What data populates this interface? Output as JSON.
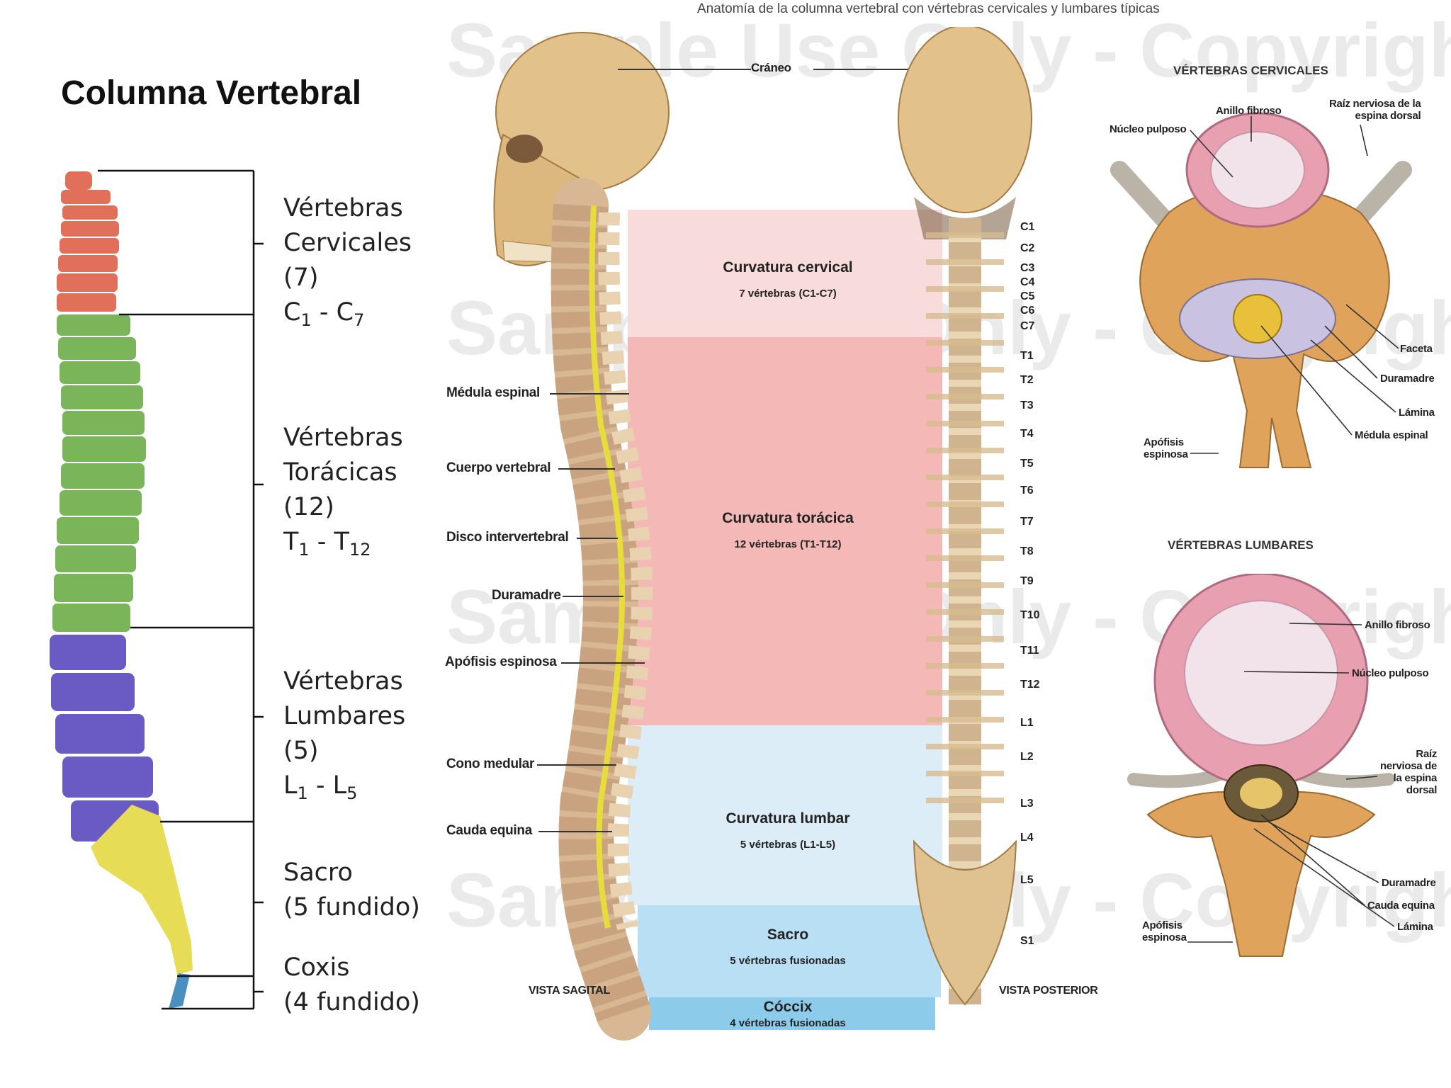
{
  "header": {
    "caption": "Anatomía de la columna vertebral con vértebras cervicales y lumbares típicas"
  },
  "left": {
    "title": "Columna Vertebral",
    "cervical": {
      "line1": "Vértebras",
      "line2": "Cervicales",
      "count": "(7)",
      "range_a": "C",
      "sub_a": "1",
      "range_sep": " - C",
      "sub_b": "7"
    },
    "thoracic": {
      "line1": "Vértebras",
      "line2": "Torácicas",
      "count": "(12)",
      "range_a": "T",
      "sub_a": "1",
      "range_sep": " - T",
      "sub_b": "12"
    },
    "lumbar": {
      "line1": "Vértebras",
      "line2": "Lumbares",
      "count": "(5)",
      "range_a": "L",
      "sub_a": "1",
      "range_sep": " - L",
      "sub_b": "5"
    },
    "sacrum": {
      "line1": "Sacro",
      "line2": "(5 fundido)"
    },
    "coccyx": {
      "line1": "Coxis",
      "line2": "(4 fundido)"
    },
    "colors": {
      "cervical": "#e0705a",
      "thoracic": "#7bb55a",
      "lumbar": "#6a5bc4",
      "sacrum": "#e6dc55",
      "coccyx": "#4a8fc0"
    }
  },
  "center": {
    "skull_label": "Cráneo",
    "labels": [
      "Médula espinal",
      "Cuerpo vertebral",
      "Disco intervertebral",
      "Duramadre",
      "Apófisis espinosa",
      "Cono medular",
      "Cauda equina"
    ],
    "zones": [
      {
        "title": "Curvatura cervical",
        "sub": "7 vértebras (C1-C7)"
      },
      {
        "title": "Curvatura torácica",
        "sub": "12 vértebras (T1-T12)"
      },
      {
        "title": "Curvatura lumbar",
        "sub": "5 vértebras (L1-L5)"
      },
      {
        "title": "Sacro",
        "sub": "5 vértebras fusionadas"
      },
      {
        "title": "Cóccix",
        "sub": "4 vértebras fusionadas"
      }
    ],
    "sagittal_caption": "VISTA SAGITAL",
    "posterior_caption": "VISTA POSTERIOR",
    "vertebra_labels": [
      "C1",
      "C2",
      "C3",
      "C4",
      "C5",
      "C6",
      "C7",
      "T1",
      "T2",
      "T3",
      "T4",
      "T5",
      "T6",
      "T7",
      "T8",
      "T9",
      "T10",
      "T11",
      "T12",
      "L1",
      "L2",
      "L3",
      "L4",
      "L5",
      "S1"
    ]
  },
  "right": {
    "cervical_title": "VÉRTEBRAS CERVICALES",
    "cervical_labels": {
      "anillo": "Anillo fibroso",
      "nucleo": "Núcleo pulposo",
      "raiz_1": "Raíz nerviosa de la",
      "raiz_2": "espina dorsal",
      "faceta": "Faceta",
      "duramadre": "Duramadre",
      "lamina": "Lámina",
      "medula": "Médula espinal",
      "apofisis_1": "Apófisis",
      "apofisis_2": "espinosa"
    },
    "lumbar_title": "VÉRTEBRAS LUMBARES",
    "lumbar_labels": {
      "anillo": "Anillo fibroso",
      "nucleo": "Núcleo pulposo",
      "raiz_1": "Raíz",
      "raiz_2": "nerviosa de",
      "raiz_3": "la espina",
      "raiz_4": "dorsal",
      "duramadre": "Duramadre",
      "cauda": "Cauda equina",
      "lamina": "Lámina",
      "apofisis_1": "Apófisis",
      "apofisis_2": "espinosa"
    }
  },
  "watermark": {
    "text": "Sample Use Only - Copyrighted"
  }
}
